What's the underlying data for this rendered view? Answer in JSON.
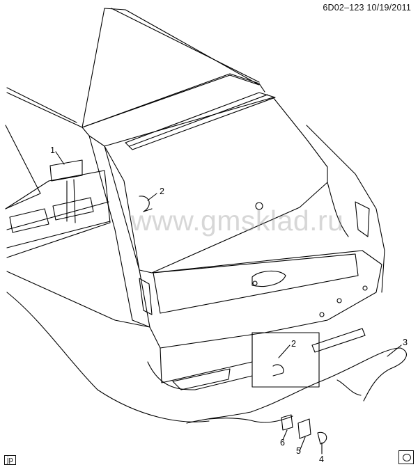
{
  "header": {
    "code": "6D02–123  10/19/2011"
  },
  "watermark": {
    "text": "www.gmsklad.ru"
  },
  "footer": {
    "tag": "jp"
  },
  "callouts": [
    "1",
    "2",
    "2",
    "3",
    "4",
    "5",
    "6"
  ]
}
